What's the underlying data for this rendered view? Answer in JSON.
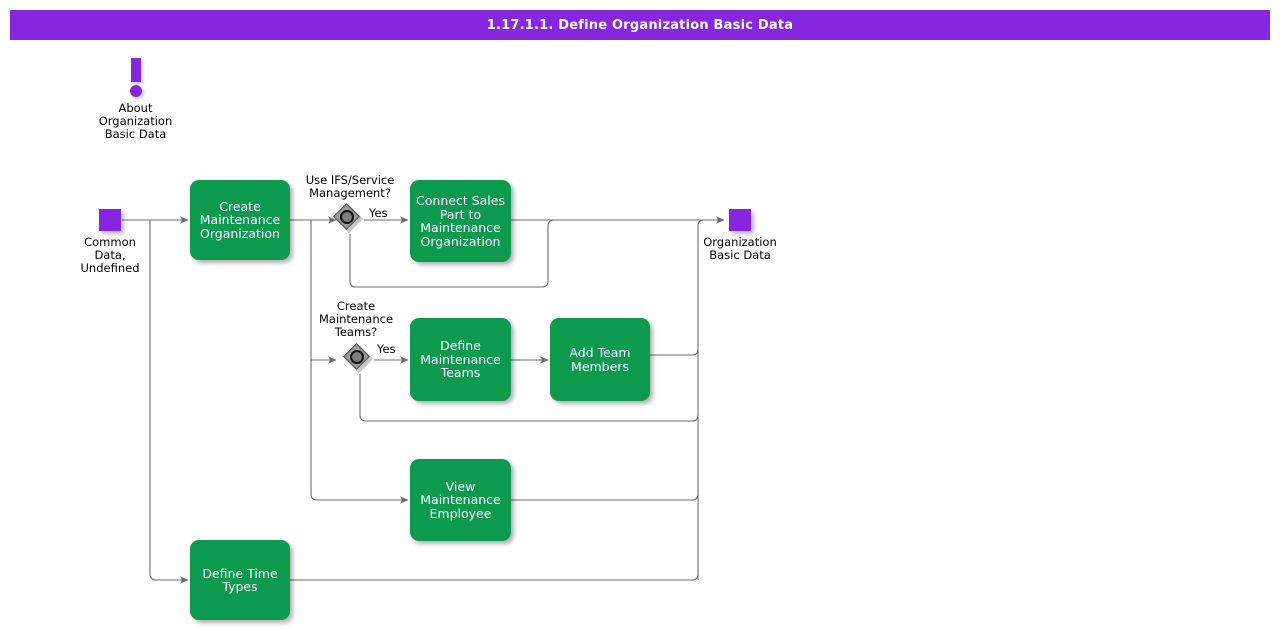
{
  "header": {
    "title": "1.17.1.1. Define Organization Basic Data",
    "bar_color": "#8626e0",
    "text_color": "#ffffff"
  },
  "colors": {
    "activity_green": "#0b9a4e",
    "terminator_purple": "#8626e0",
    "decision_gray": "#9a9a9a",
    "connector_gray": "#666666",
    "canvas": "#ffffff"
  },
  "note": {
    "icon": "exclamation-mark-icon",
    "label": "About\nOrganization\nBasic Data"
  },
  "terminators": [
    {
      "id": "start",
      "label": "Common\nData,\nUndefined"
    },
    {
      "id": "end",
      "label": "Organization\nBasic Data"
    }
  ],
  "activities": [
    {
      "id": "create-maintenance-organization",
      "label": "Create\nMaintenance\nOrganization"
    },
    {
      "id": "connect-sales-part-to-maintenance-organization",
      "label": "Connect Sales\nPart to\nMaintenance\nOrganization"
    },
    {
      "id": "define-maintenance-teams",
      "label": "Define\nMaintenance\nTeams"
    },
    {
      "id": "add-team-members",
      "label": "Add Team\nMembers"
    },
    {
      "id": "view-maintenance-employee",
      "label": "View\nMaintenance\nEmployee"
    },
    {
      "id": "define-time-types",
      "label": "Define Time\nTypes"
    }
  ],
  "decisions": [
    {
      "id": "use-ifs-service-management",
      "question": "Use IFS/Service\nManagement?",
      "branch_label": "Yes"
    },
    {
      "id": "create-maintenance-teams",
      "question": "Create\nMaintenance\nTeams?",
      "branch_label": "Yes"
    }
  ]
}
